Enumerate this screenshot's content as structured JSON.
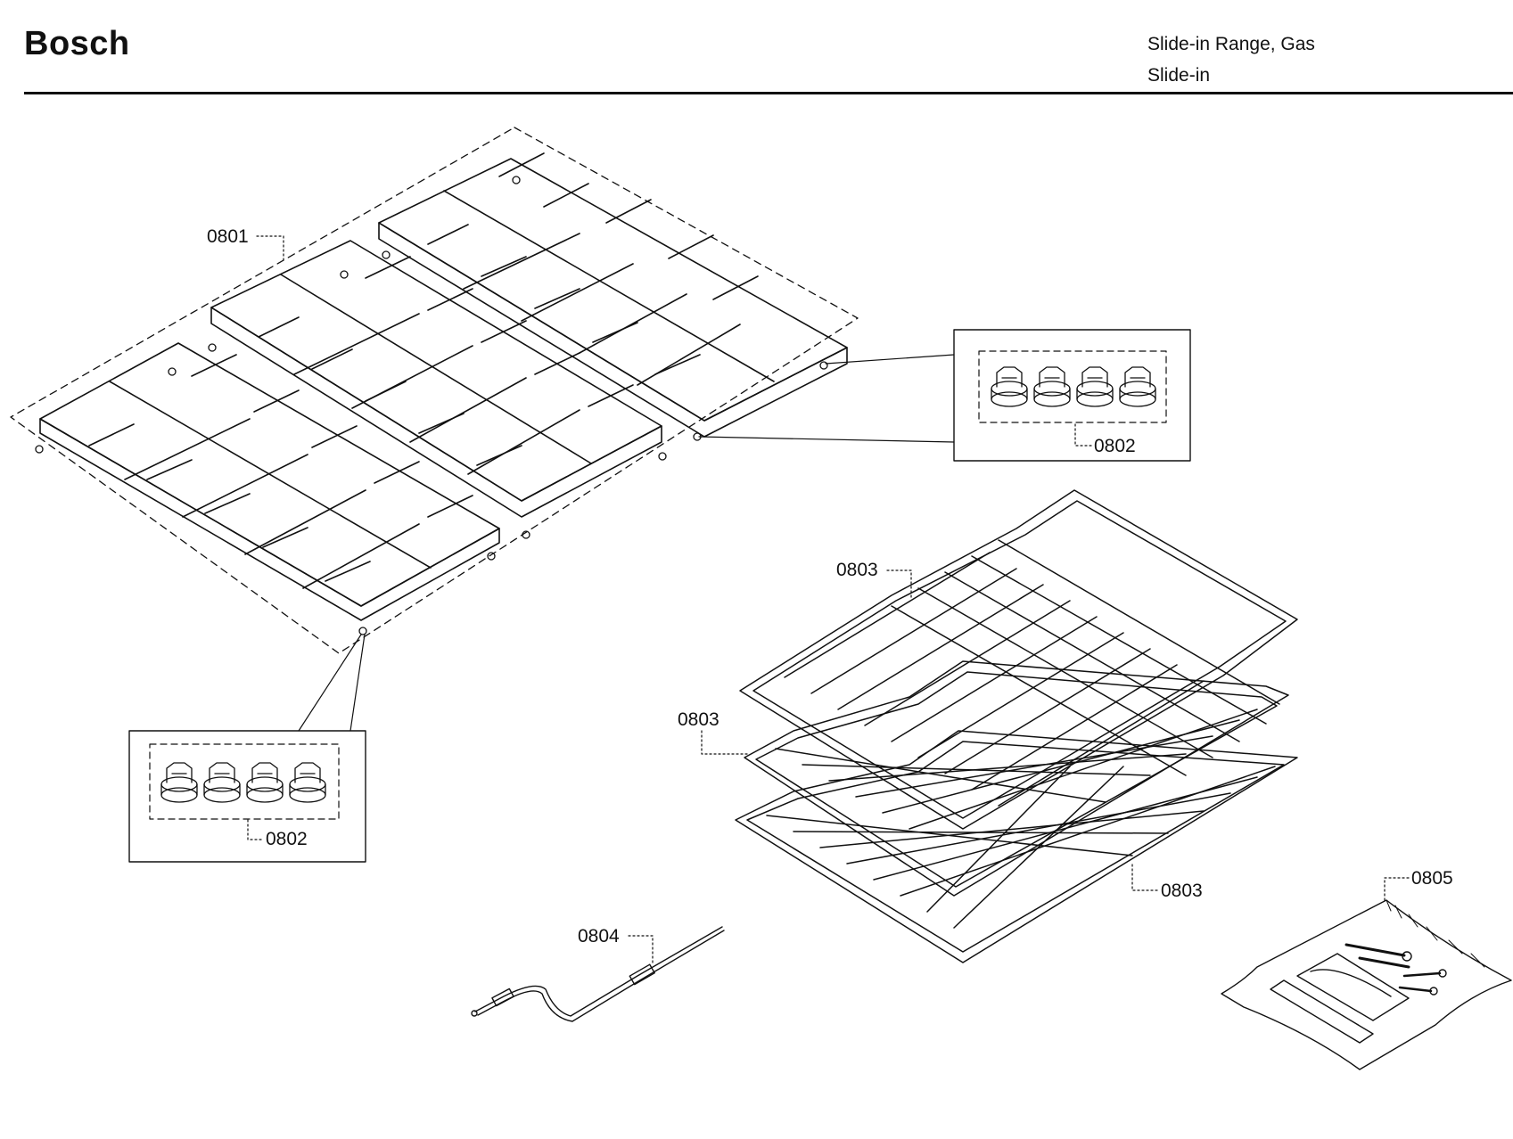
{
  "header": {
    "brand": "Bosch",
    "product_type": "Slide-in Range, Gas",
    "subtype": "Slide-in"
  },
  "callouts": [
    {
      "id": "grates",
      "label": "0801"
    },
    {
      "id": "feet-right",
      "label": "0802"
    },
    {
      "id": "feet-left",
      "label": "0802"
    },
    {
      "id": "rack-top",
      "label": "0803"
    },
    {
      "id": "rack-mid",
      "label": "0803"
    },
    {
      "id": "rack-bottom",
      "label": "0803"
    },
    {
      "id": "meat-probe",
      "label": "0804"
    },
    {
      "id": "hardware-bag",
      "label": "0805"
    }
  ],
  "colors": {
    "line": "#111111",
    "background": "#ffffff"
  }
}
